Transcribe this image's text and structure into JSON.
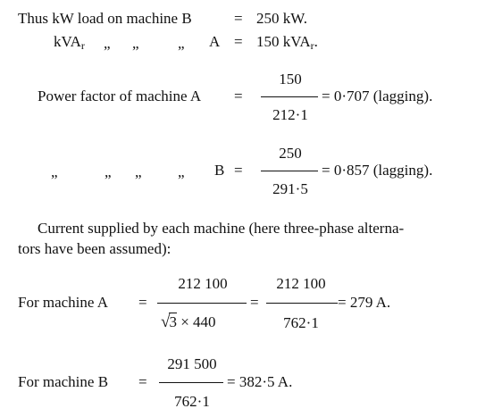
{
  "line1": {
    "label": "Thus kW load on machine B",
    "eq": "=",
    "value": "250 kW."
  },
  "line2": {
    "label_main": "kVA",
    "label_sub": "r",
    "ditto1": "„",
    "ditto2": "„",
    "ditto3": "„",
    "machine": "A",
    "eq": "=",
    "value_main": "150 kVA",
    "value_sub": "r",
    "value_end": "."
  },
  "pf_a": {
    "label": "Power factor of machine A",
    "eq": "=",
    "numerator": "150",
    "denominator": "212·1",
    "result": "= 0·707 (lagging)."
  },
  "pf_b": {
    "ditto1": "„",
    "ditto2": "„",
    "ditto3": "„",
    "ditto4": "„",
    "machine": "B",
    "eq": "=",
    "numerator": "250",
    "denominator": "291·5",
    "result": "= 0·857 (lagging)."
  },
  "paragraph": {
    "line1": "Current supplied by each machine (here three-phase alterna-",
    "line2": "tors have been assumed):"
  },
  "current_a": {
    "label": "For machine A",
    "eq1": "=",
    "frac1_num": "212 100",
    "frac1_den_root": "3",
    "frac1_den_rest": "× 440",
    "eq2": "=",
    "frac2_num": "212 100",
    "frac2_den": "762·1",
    "result": "= 279 A."
  },
  "current_b": {
    "label": "For machine B",
    "eq": "=",
    "numerator": "291 500",
    "denominator": "762·1",
    "result": "= 382·5 A."
  }
}
